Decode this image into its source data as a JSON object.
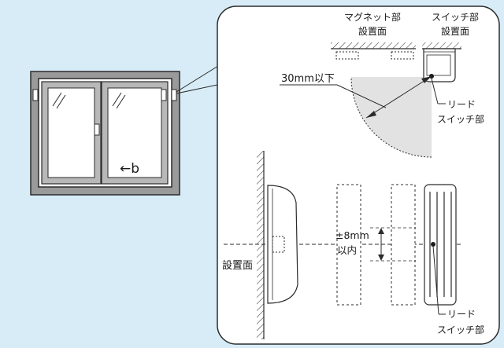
{
  "colors": {
    "background": "#d7ecf7",
    "panel": "#ffffff",
    "line": "#2b2b2b",
    "zone": "#e2e2e2",
    "frame_fill": "#9a9a9a"
  },
  "overview": {
    "direction_label": "←b"
  },
  "top_view": {
    "magnet_label_line1": "マグネット部",
    "magnet_label_line2": "設置面",
    "switch_label_line1": "スイッチ部",
    "switch_label_line2": "設置面",
    "distance_label": "30mm以下",
    "reed_label_line1": "リード",
    "reed_label_line2": "スイッチ部"
  },
  "side_view": {
    "mount_surface_label": "設置面",
    "tolerance_line1": "±8mm",
    "tolerance_line2": "以内",
    "reed_label_line1": "リード",
    "reed_label_line2": "スイッチ部"
  }
}
